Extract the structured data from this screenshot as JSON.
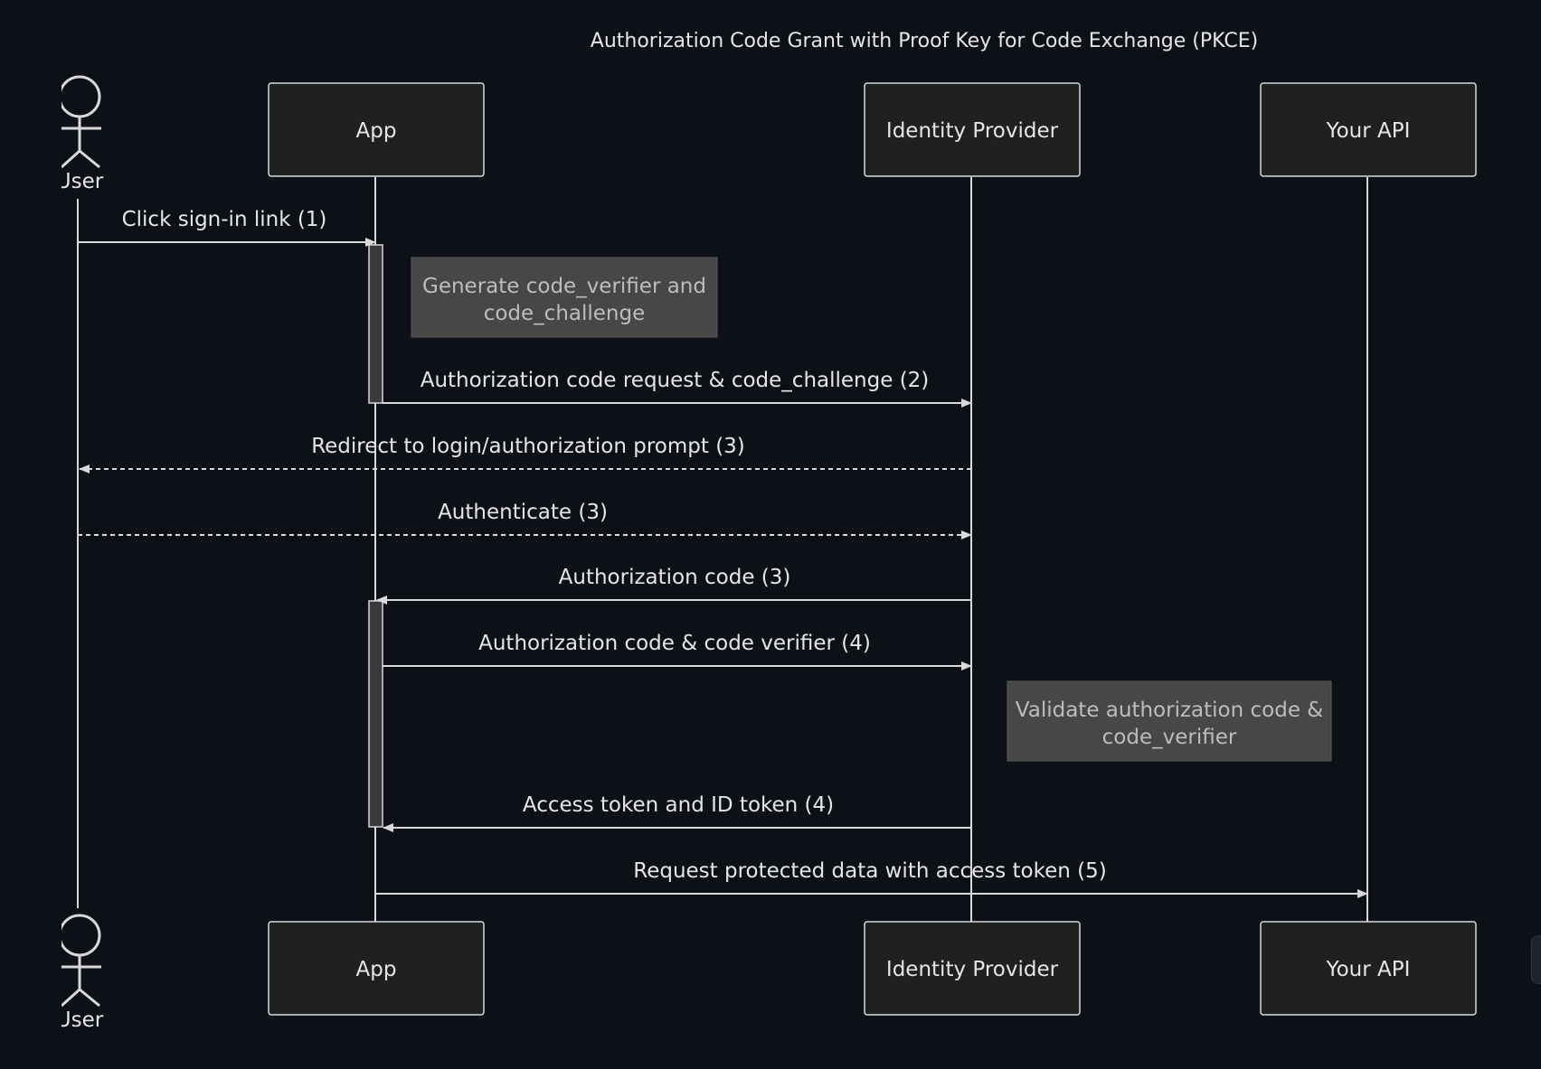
{
  "diagram": {
    "title": "Authorization Code Grant with Proof Key for Code Exchange (PKCE)",
    "participants": [
      {
        "id": "user",
        "label": "User",
        "kind": "actor"
      },
      {
        "id": "app",
        "label": "App",
        "kind": "box"
      },
      {
        "id": "idp",
        "label": "Identity Provider",
        "kind": "box"
      },
      {
        "id": "api",
        "label": "Your API",
        "kind": "box"
      }
    ],
    "messages": [
      {
        "from": "user",
        "to": "app",
        "label": "Click sign-in link (1)",
        "style": "solid"
      },
      {
        "from": "app",
        "to": "idp",
        "label": "Authorization code request & code_challenge (2)",
        "style": "solid"
      },
      {
        "from": "idp",
        "to": "user",
        "label": "Redirect to login/authorization prompt (3)",
        "style": "dashed"
      },
      {
        "from": "user",
        "to": "idp",
        "label": "Authenticate (3)",
        "style": "dashed"
      },
      {
        "from": "idp",
        "to": "app",
        "label": "Authorization code (3)",
        "style": "solid"
      },
      {
        "from": "app",
        "to": "idp",
        "label": "Authorization code & code verifier (4)",
        "style": "solid"
      },
      {
        "from": "idp",
        "to": "app",
        "label": "Access token and ID token (4)",
        "style": "solid"
      },
      {
        "from": "app",
        "to": "api",
        "label": "Request protected data with access token (5)",
        "style": "solid"
      }
    ],
    "notes": [
      {
        "over": "app",
        "lines": [
          "Generate code_verifier and",
          "code_challenge"
        ]
      },
      {
        "over": "idp",
        "lines": [
          "Validate authorization code &",
          "code_verifier"
        ]
      }
    ],
    "colors": {
      "background": "#0d1117",
      "box_fill": "#1f2020",
      "line": "#d9d9d9",
      "note_fill": "#474747",
      "activation_fill": "#3a3a3a"
    }
  }
}
